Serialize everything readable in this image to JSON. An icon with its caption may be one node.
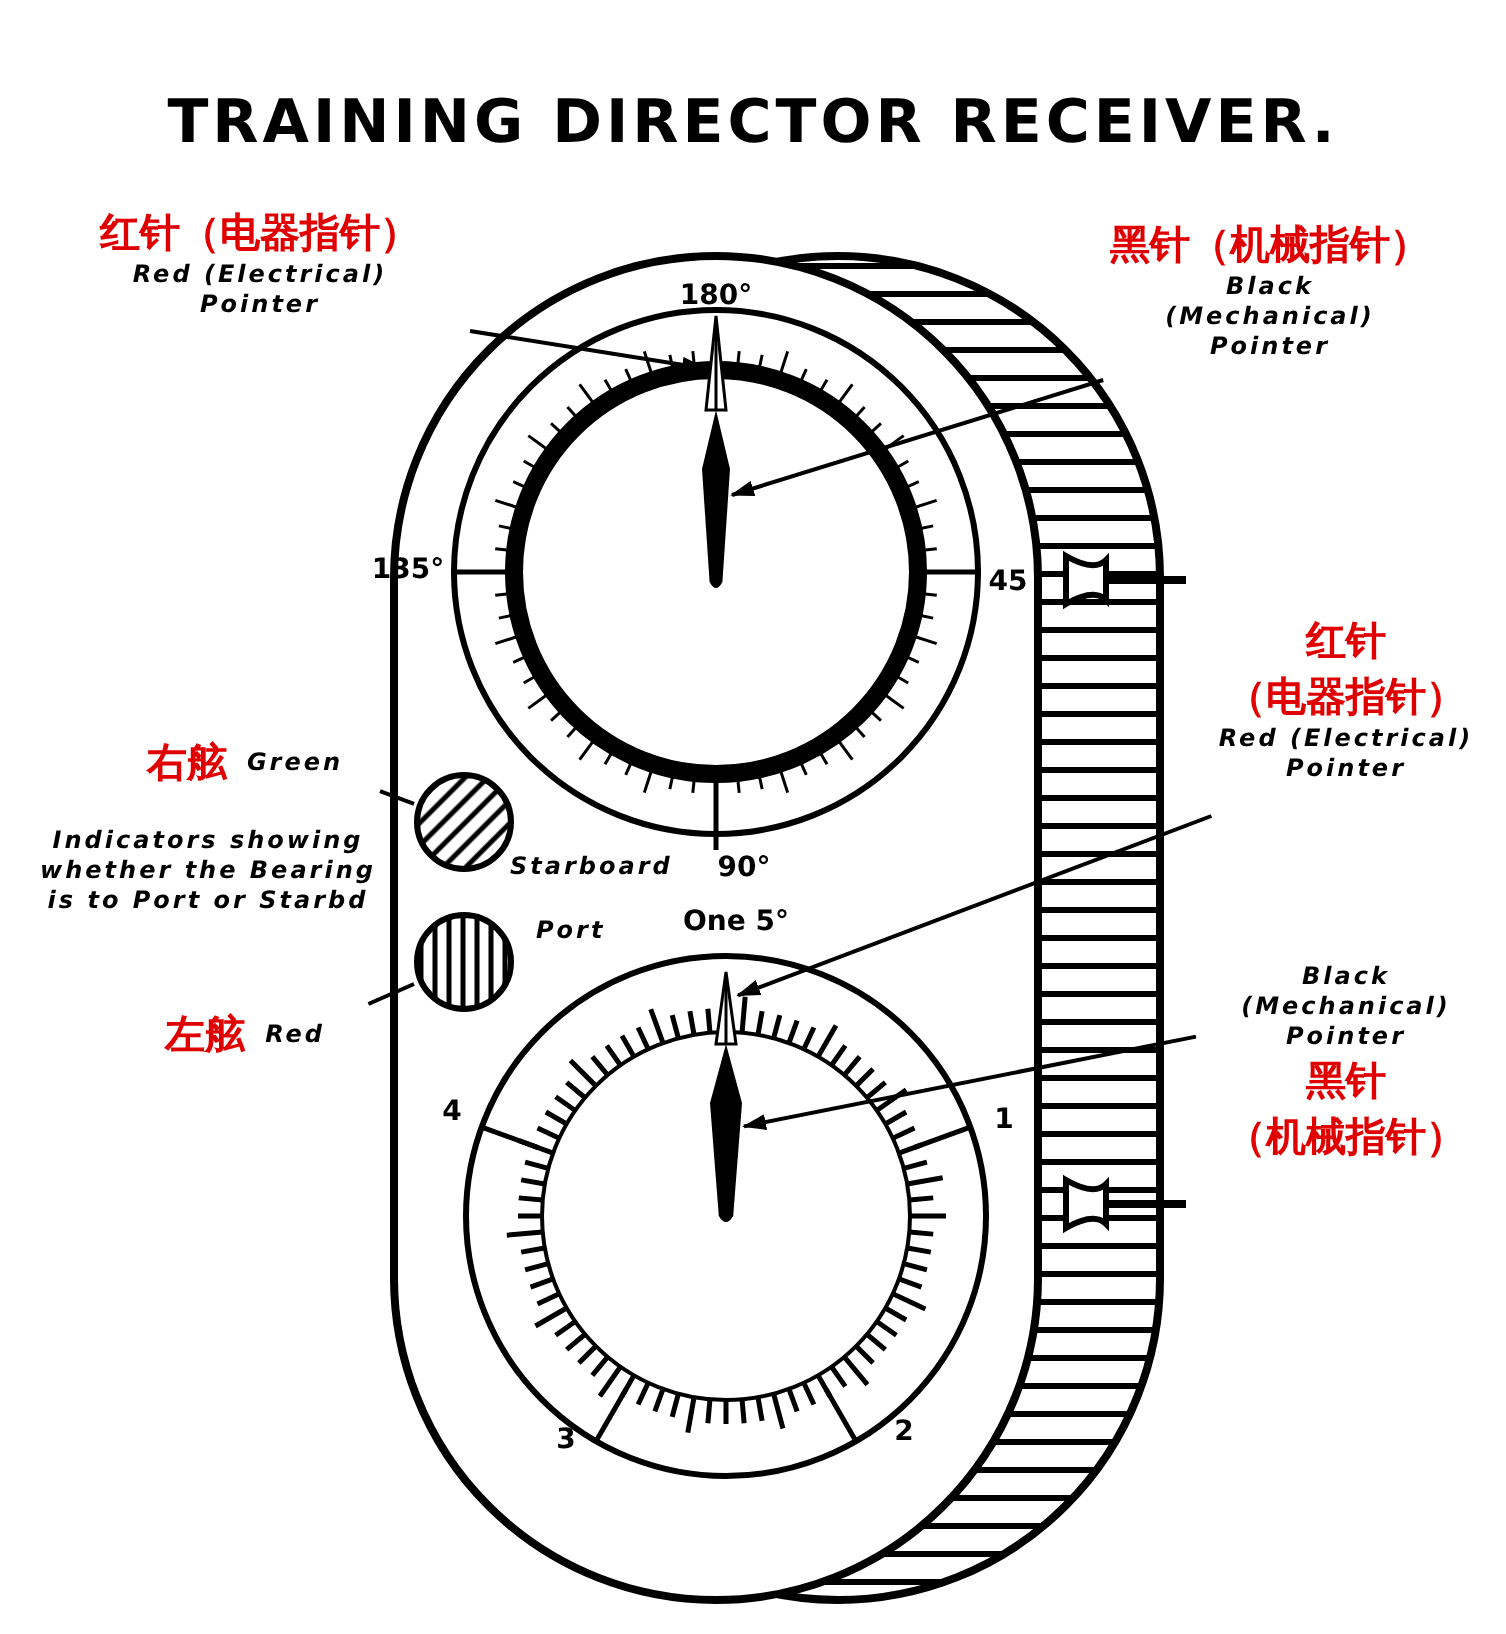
{
  "diagram": {
    "title": "TRAINING DIRECTOR RECEIVER.",
    "nodes": [
      {
        "text": [
          "红针（电器指针）",
          "Red (Electrical) Pointer"
        ]
      },
      {
        "text": [],
        "shape": "picture"
      },
      {
        "text": [
          "黑针（机械指针）",
          "Black (Mechanical) Pointer"
        ]
      },
      {
        "text": [],
        "shape": "picture"
      },
      {
        "text": [
          "红针（电器指针）",
          "Red (Electrical) Pointer"
        ]
      },
      {
        "text": [],
        "shape": "picture"
      },
      {
        "text": [
          "Black (Mechanical) Pointer",
          "黑针（机械指针）"
        ]
      },
      {
        "text": [],
        "shape": "picture"
      },
      {
        "text": [
          "右舷",
          "Green"
        ]
      },
      {
        "text": [],
        "shape": "circle",
        "beside": [
          "Starboard"
        ]
      },
      {
        "text": [
          "左舷",
          "Red"
        ]
      },
      {
        "text": [],
        "shape": "circle",
        "beside": [
          "Port"
        ]
      }
    ],
    "edges": [
      {
        "from": 0,
        "to": 1,
        "arrow": "to"
      },
      {
        "from": 2,
        "to": 3,
        "arrow": "to"
      },
      {
        "from": 4,
        "to": 5,
        "arrow": "to"
      },
      {
        "from": 6,
        "to": 7,
        "arrow": "to"
      },
      {
        "from": 8,
        "to": 9,
        "arrow": "none"
      },
      {
        "from": 10,
        "to": 11,
        "arrow": "none"
      }
    ],
    "labels": [
      "180°",
      "135°",
      "45",
      "Indicators showing whether the Bearing is to Port or Starbd",
      "90°",
      "One 5°",
      "4",
      "1",
      "3",
      "2"
    ]
  }
}
